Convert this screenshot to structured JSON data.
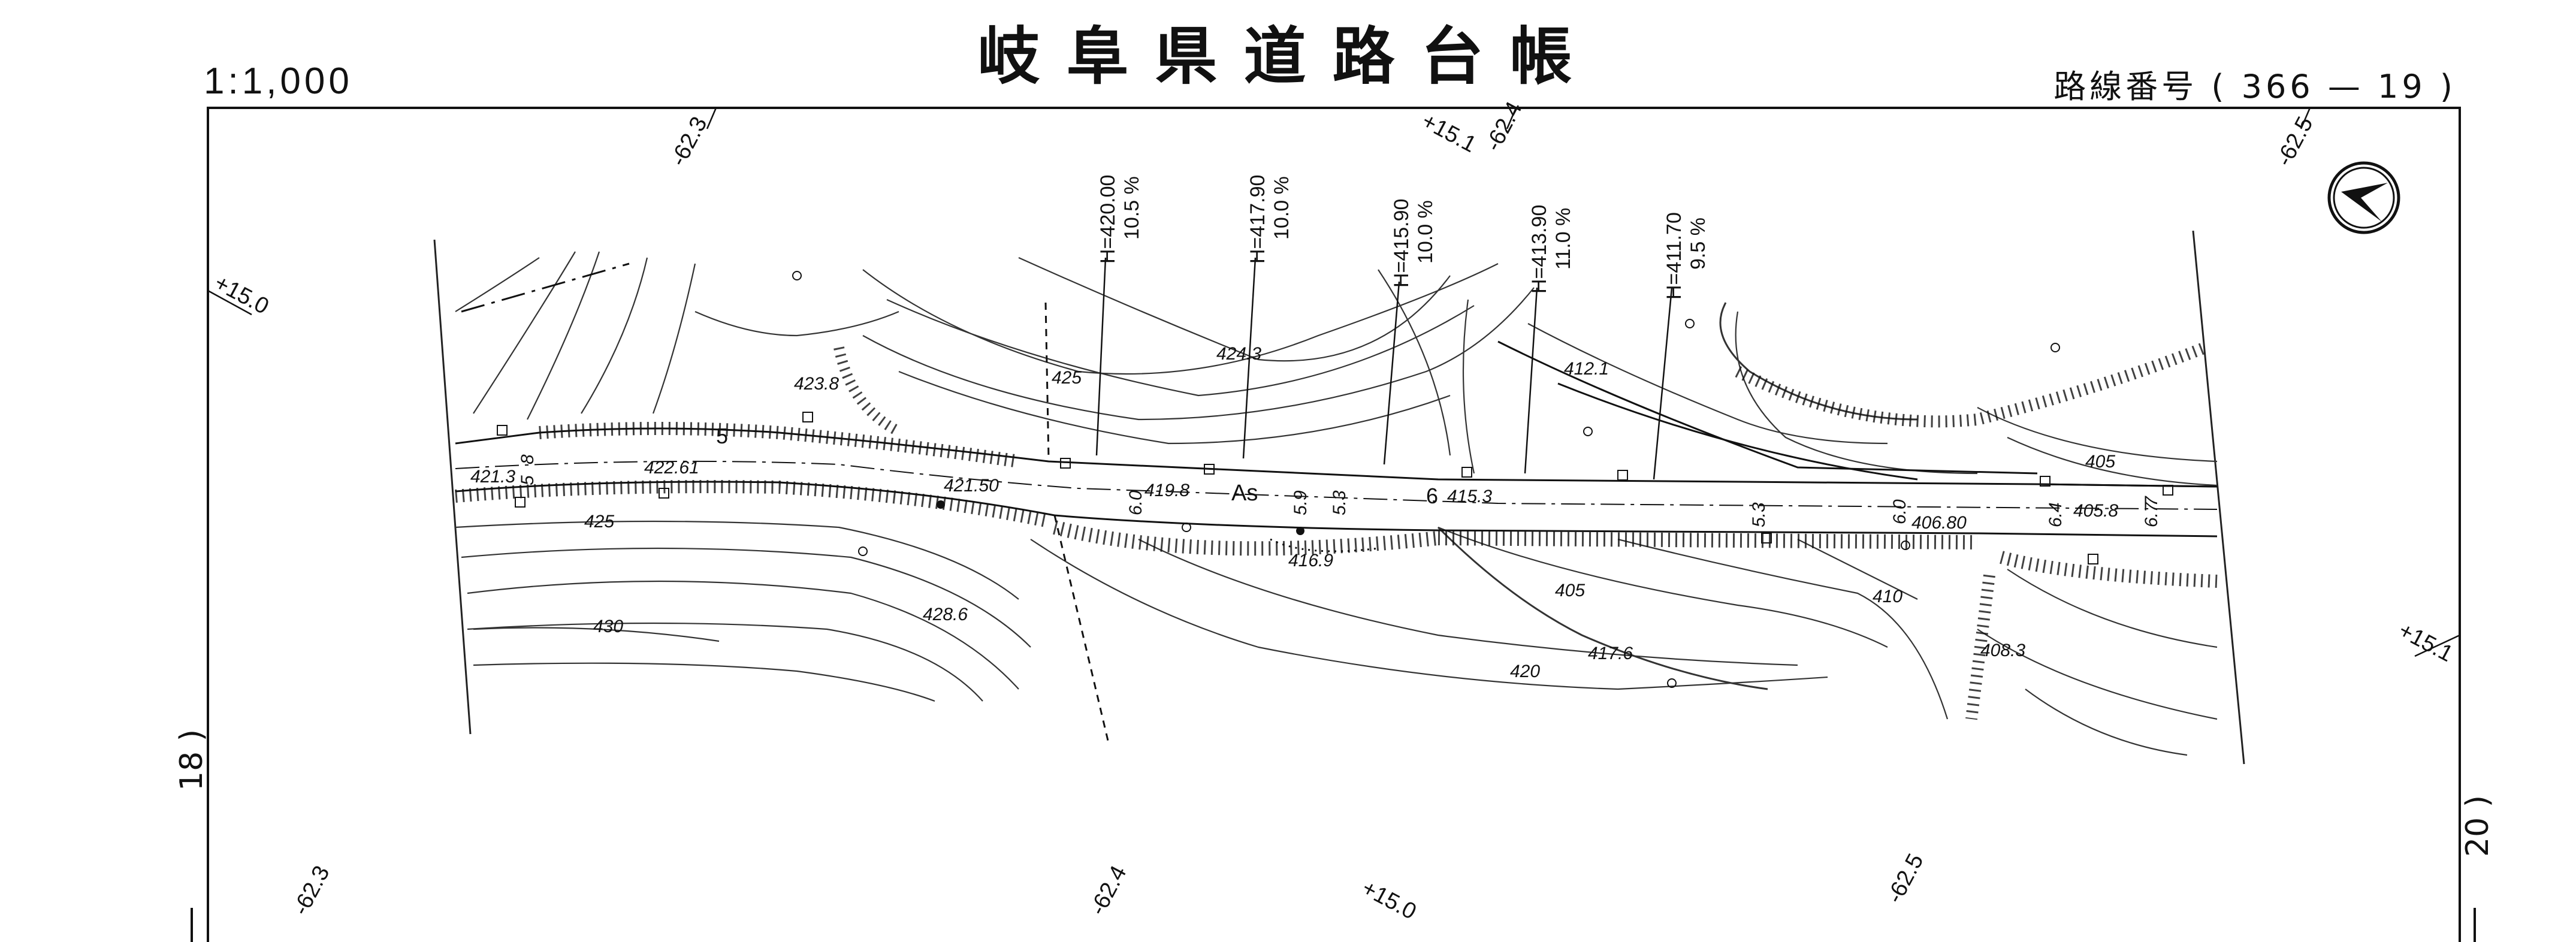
{
  "header": {
    "title": "岐阜県道路台帳",
    "scale": "1:1,000",
    "route_label": "路線番号",
    "route_number": "( 366 — 19 )"
  },
  "sheet_refs": {
    "left": "18 )",
    "right": "20 )"
  },
  "grid_ticks": [
    {
      "label": "-62.3"
    },
    {
      "label": "+15.1"
    },
    {
      "label": "-62.4"
    },
    {
      "label": "-62.5"
    },
    {
      "label": "+15.0"
    },
    {
      "label": "+15.1"
    },
    {
      "label": "-62.3"
    },
    {
      "label": "-62.4"
    },
    {
      "label": "+15.0"
    },
    {
      "label": "-62.5"
    }
  ],
  "elevation_points": [
    {
      "label": "423.8"
    },
    {
      "label": "425"
    },
    {
      "label": "424.3"
    },
    {
      "label": "412.1"
    },
    {
      "label": "421.3"
    },
    {
      "label": "422.61"
    },
    {
      "label": "421.50"
    },
    {
      "label": "419.8"
    },
    {
      "label": "415.3"
    },
    {
      "label": "406.80"
    },
    {
      "label": "405.8"
    },
    {
      "label": "405"
    },
    {
      "label": "416.9"
    },
    {
      "label": "425"
    },
    {
      "label": "430"
    },
    {
      "label": "428.6"
    },
    {
      "label": "405"
    },
    {
      "label": "420"
    },
    {
      "label": "417.6"
    },
    {
      "label": "410"
    },
    {
      "label": "408.3"
    }
  ],
  "road_labels": [
    {
      "label": "5"
    },
    {
      "label": "6"
    },
    {
      "label": "As"
    },
    {
      "label": "8"
    },
    {
      "label": "5"
    },
    {
      "label": "6.0"
    },
    {
      "label": "5.9"
    },
    {
      "label": "5.3"
    },
    {
      "label": "5.3"
    },
    {
      "label": "6.0"
    },
    {
      "label": "6.4"
    },
    {
      "label": "6.7"
    },
    {
      "label": "7"
    }
  ],
  "grades": [
    {
      "label": "H=420.00",
      "pct": "10.5 %"
    },
    {
      "label": "H=417.90",
      "pct": "10.0 %"
    },
    {
      "label": "H=415.90",
      "pct": "10.0 %"
    },
    {
      "label": "H=413.90",
      "pct": "11.0 %"
    },
    {
      "label": "H=411.70",
      "pct": "9.5 %"
    }
  ],
  "icons": [
    "north-arrow-icon"
  ]
}
